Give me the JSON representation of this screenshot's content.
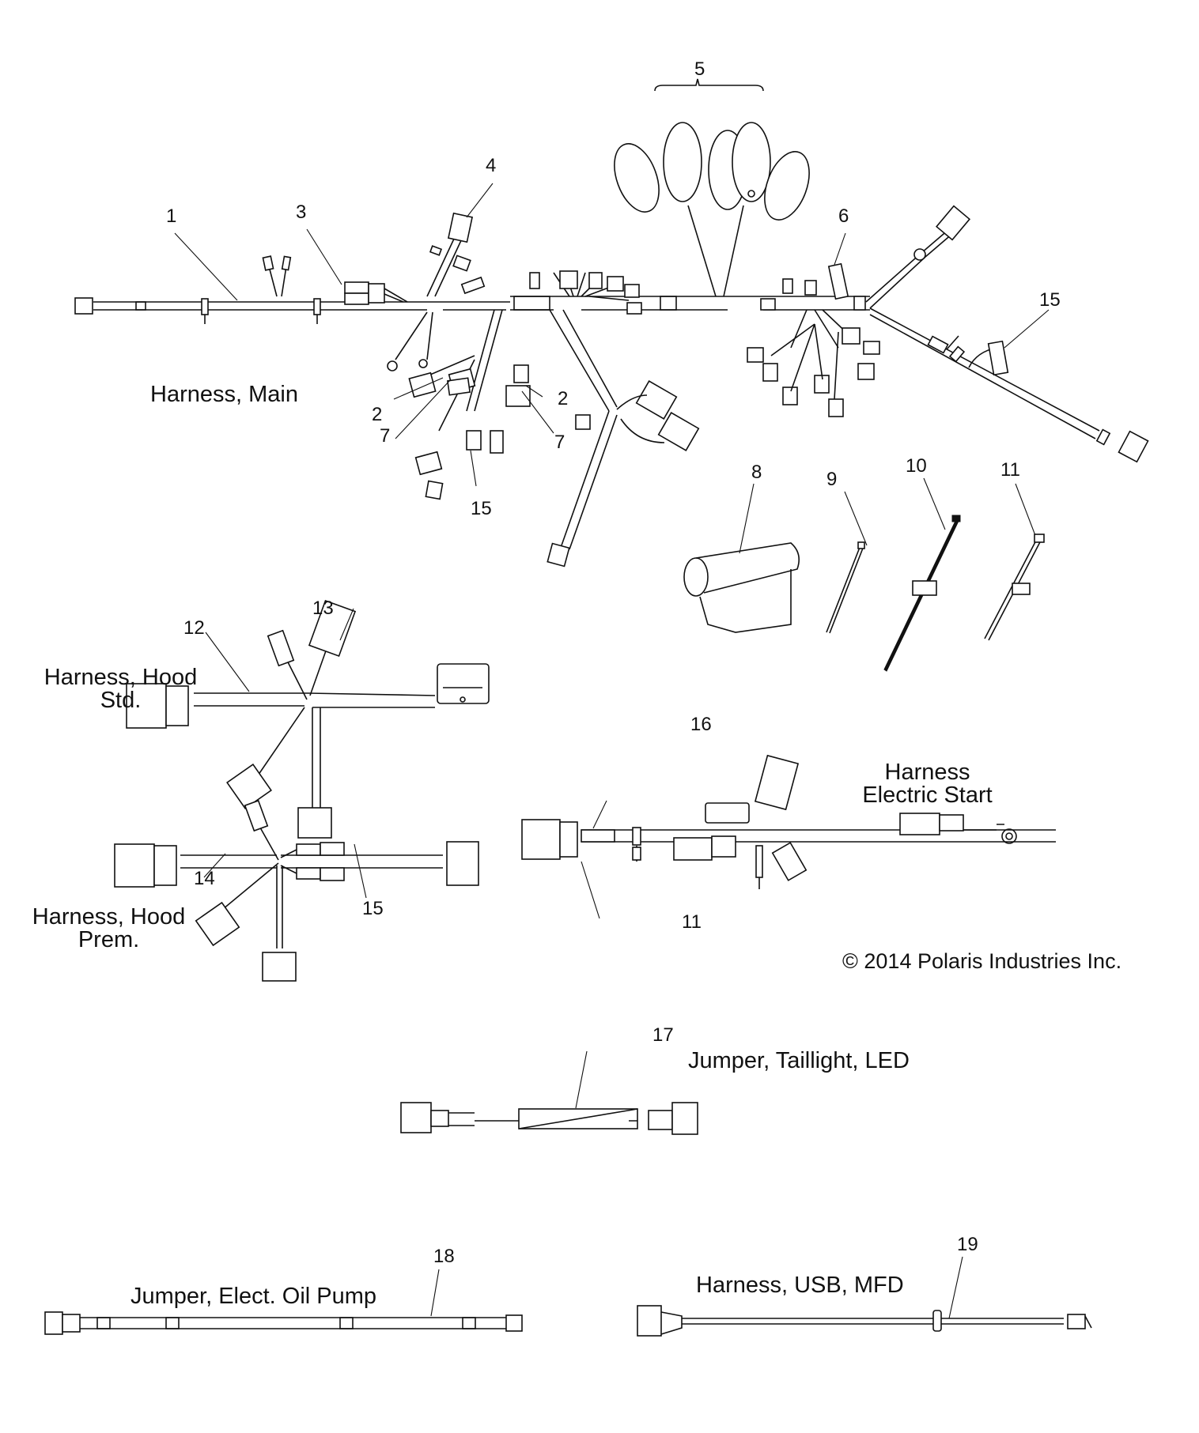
{
  "figure": {
    "copyright": "© 2014 Polaris Industries Inc.",
    "assemblies": [
      {
        "id": "main",
        "title": "Harness, Main"
      },
      {
        "id": "hood-std",
        "title_line1": "Harness, Hood",
        "title_line2": "Std."
      },
      {
        "id": "hood-prem",
        "title_line1": "Harness, Hood",
        "title_line2": "Prem."
      },
      {
        "id": "electric-start",
        "title_line1": "Harness",
        "title_line2": "Electric Start"
      },
      {
        "id": "taillight",
        "title": "Jumper, Taillight, LED"
      },
      {
        "id": "oil-pump",
        "title": "Jumper, Elect. Oil Pump"
      },
      {
        "id": "usb",
        "title": "Harness, USB, MFD"
      }
    ],
    "callouts": {
      "c1": "1",
      "c2a": "2",
      "c2b": "2",
      "c3": "3",
      "c4": "4",
      "c5": "5",
      "c6": "6",
      "c7a": "7",
      "c7b": "7",
      "c8": "8",
      "c9": "9",
      "c10": "10",
      "c11a": "11",
      "c11b": "11",
      "c12": "12",
      "c13": "13",
      "c14": "14",
      "c15a": "15",
      "c15b": "15",
      "c15c": "15",
      "c16": "16",
      "c17": "17",
      "c18": "18",
      "c19": "19"
    }
  }
}
